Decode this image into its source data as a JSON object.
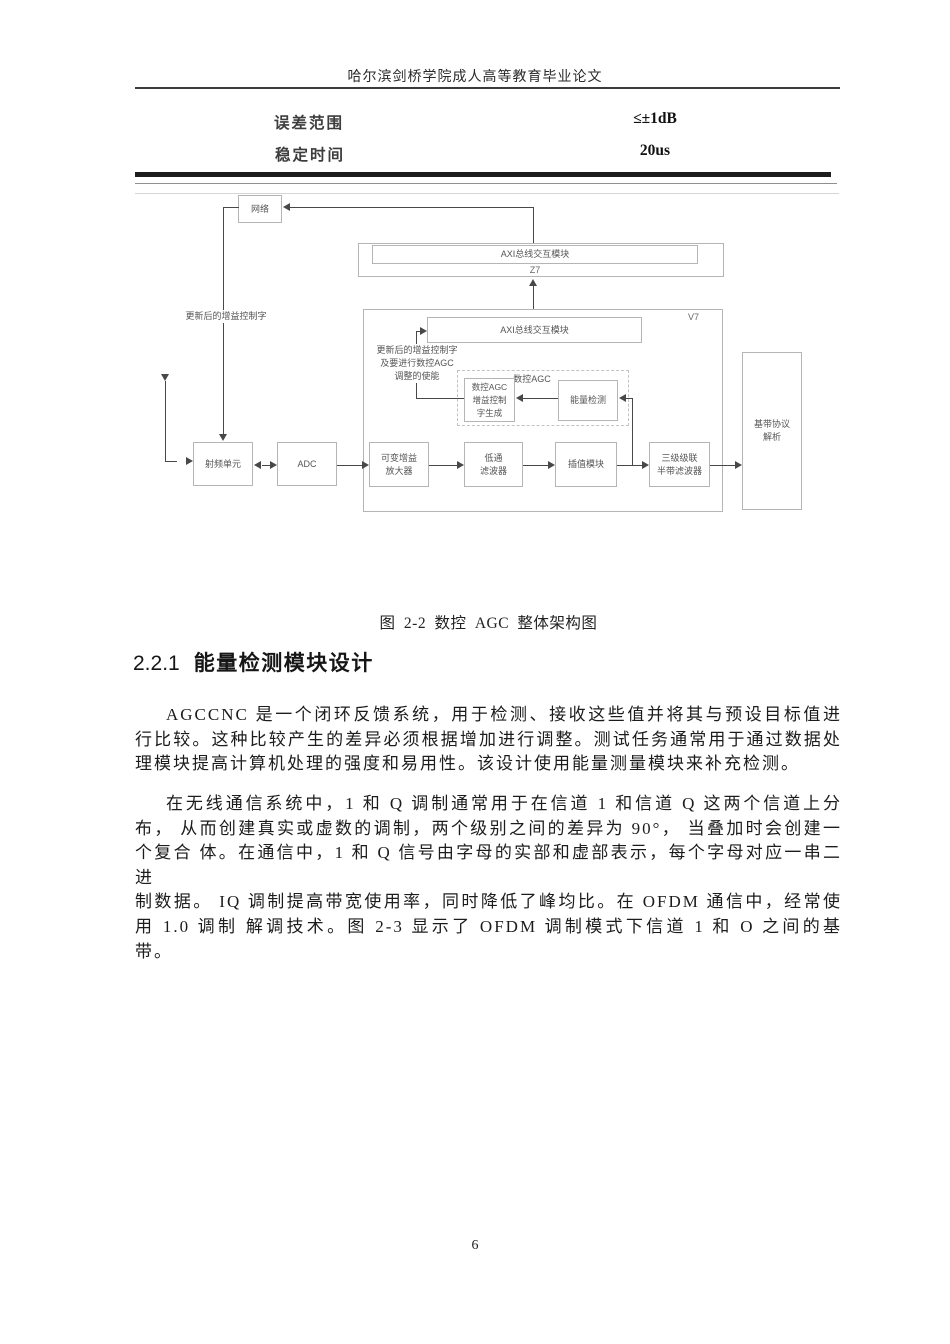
{
  "header": {
    "title": "哈尔滨剑桥学院成人高等教育毕业论文"
  },
  "table": {
    "rows": [
      {
        "label": "误差范围",
        "value": "≤±1dB"
      },
      {
        "label": "稳定时间",
        "value": "20us"
      }
    ]
  },
  "diagram": {
    "network": "网络",
    "axi_label": "AXI总线交互模块",
    "z7": "Z7",
    "v7": "V7",
    "gain_word": "更新后的增益控制字",
    "enable_lines": [
      "更新后的增益控制字",
      "及要进行数控AGC",
      "调整的使能"
    ],
    "nc_agc": "数控AGC",
    "gain_gen_lines": [
      "数控AGC",
      "增益控制",
      "字生成"
    ],
    "energy": "能量检测",
    "rf": "射频单元",
    "adc": "ADC",
    "vga_lines": [
      "可变增益",
      "放大器"
    ],
    "lpf_lines": [
      "低通",
      "滤波器"
    ],
    "interp": "插值模块",
    "hbf_lines": [
      "三级级联",
      "半带滤波器"
    ],
    "baseband_lines": [
      "基带协议",
      "解析"
    ]
  },
  "figure_caption": "图 2-2 数控 AGC 整体架构图",
  "section": {
    "number": "2.2.1",
    "title": "能量检测模块设计"
  },
  "paragraphs": {
    "p1": [
      "AGCCNC 是一个闭环反馈系统，用于检测、接收这些值并将其与预设目标值进",
      "行比较。这种比较产生的差异必须根据增加进行调整。测试任务通常用于通过数据处",
      "理模块提高计算机处理的强度和易用性。该设计使用能量测量模块来补充检测。"
    ],
    "p2": [
      "在无线通信系统中，1 和 Q 调制通常用于在信道 1 和信道 Q 这两个信道上分",
      "布， 从而创建真实或虚数的调制，两个级别之间的差异为 90°， 当叠加时会创建一",
      "个复合 体。在通信中，1 和 Q 信号由字母的实部和虚部表示，每个字母对应一串二进",
      "制数据。 IQ 调制提高带宽使用率，同时降低了峰均比。在 OFDM 通信中，经常使",
      "用 1.0 调制 解调技术。图 2-3 显示了 OFDM 调制模式下信道 1 和 O 之间的基",
      "带。"
    ]
  },
  "footer": {
    "page_number": "6"
  }
}
